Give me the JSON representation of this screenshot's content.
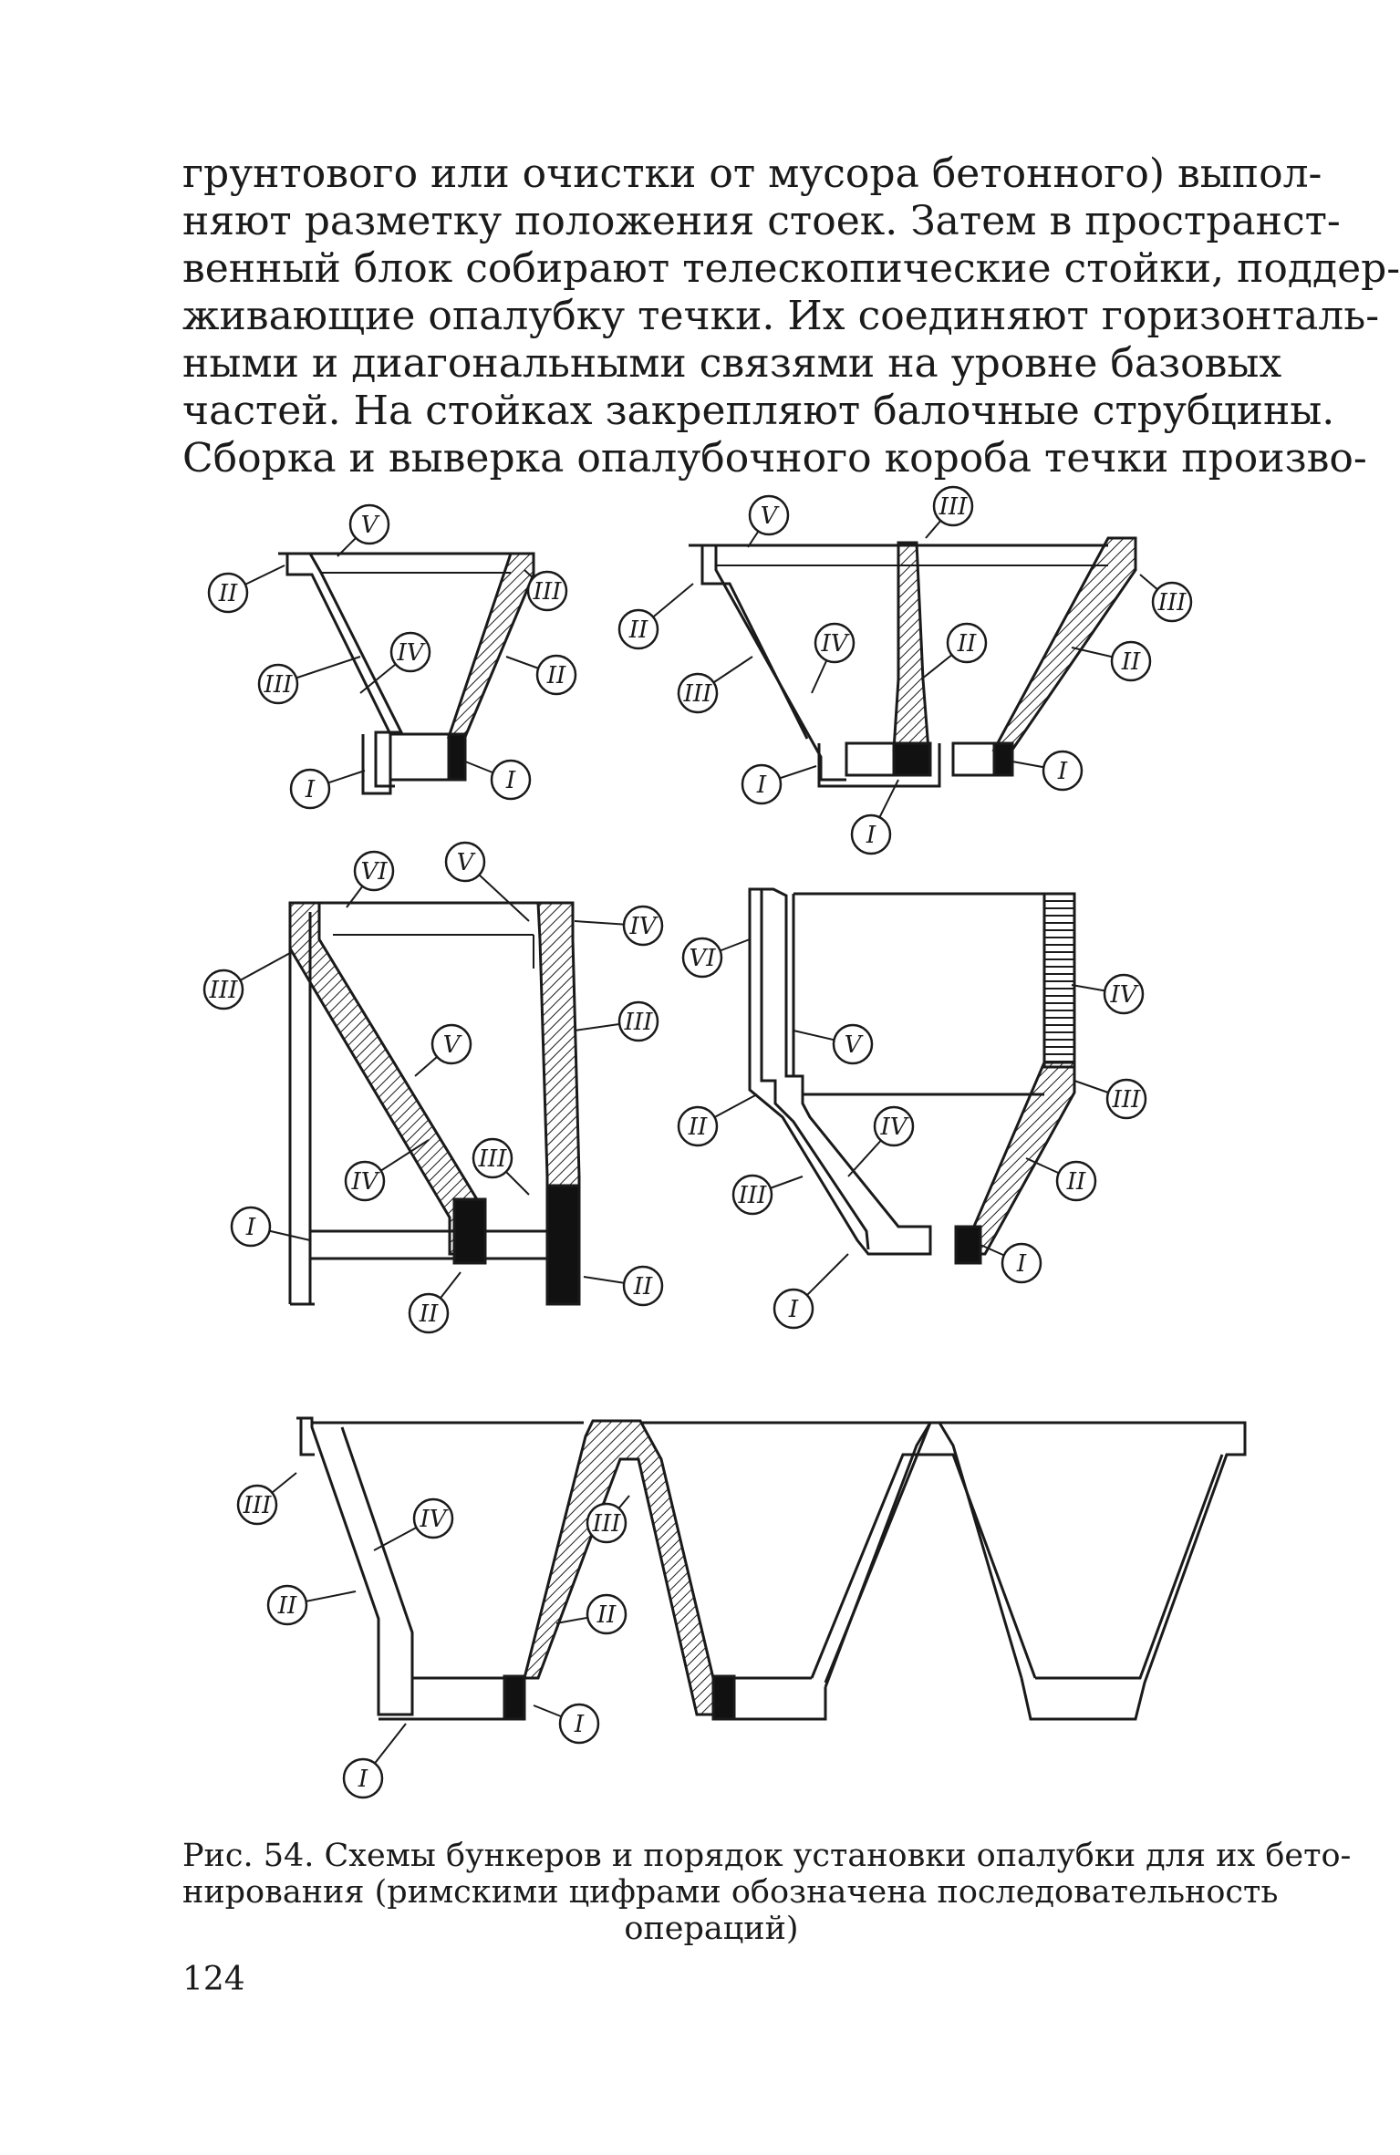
{
  "body_text": [
    "грунтового или очистки от мусора бетонного) выпол-",
    "няют разметку положения стоек. Затем в пространст-",
    "венный блок собирают телескопические стойки, поддер-",
    "живающие опалубку течки. Их соединяют горизонталь-",
    "ными и диагональными связями на уровне базовых",
    "частей. На стойках закрепляют балочные струбцины.",
    "Сборка и выверка опалубочного короба течки произво-"
  ],
  "figure": {
    "labels": {
      "I": "I",
      "II": "II",
      "III": "III",
      "IV": "IV",
      "V": "V",
      "VI": "VI"
    },
    "colors": {
      "ink": "#1a1a1a",
      "concrete_fill": "#111111"
    }
  },
  "caption": [
    "Рис. 54. Схемы бункеров и порядок установки опалубки для их бето-",
    "нирования (римскими цифрами обозначена последовательность",
    "операций)"
  ],
  "page_number": "124"
}
